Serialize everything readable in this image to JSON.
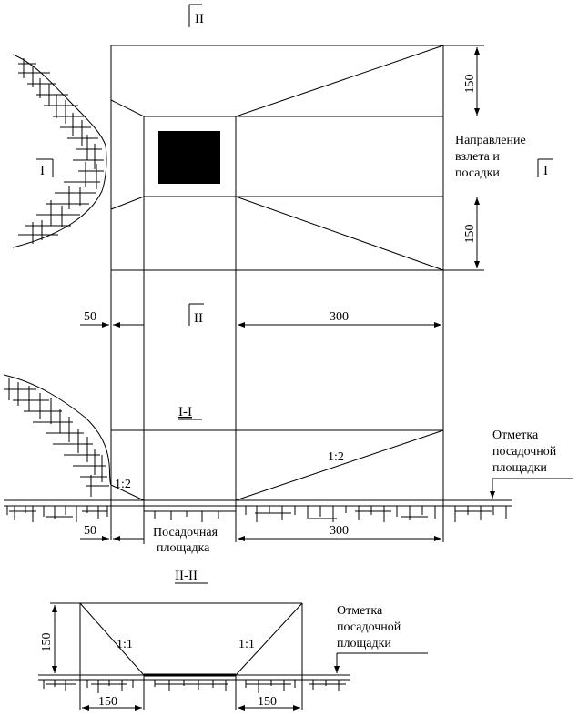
{
  "plan": {
    "dims": {
      "left": "50",
      "right": "300",
      "top": "150",
      "bottom": "150"
    },
    "direction_label": [
      "Направление",
      "взлета и",
      "посадки"
    ],
    "section_marks": {
      "top": "II",
      "left": "I",
      "right": "I",
      "lower": "II"
    }
  },
  "section_1": {
    "title": "I-I",
    "slope_left": "1:2",
    "slope_right": "1:2",
    "dim_left": "50",
    "dim_right": "300",
    "pad_label": [
      "Посадочная",
      "площадка"
    ],
    "mark_label": [
      "Отметка",
      "посадочной",
      "площадки"
    ]
  },
  "section_2": {
    "title": "II-II",
    "slope_left": "1:1",
    "slope_right": "1:1",
    "dim_height": "150",
    "dim_left": "150",
    "dim_right": "150",
    "mark_label": [
      "Отметка",
      "посадочной",
      "площадки"
    ]
  }
}
